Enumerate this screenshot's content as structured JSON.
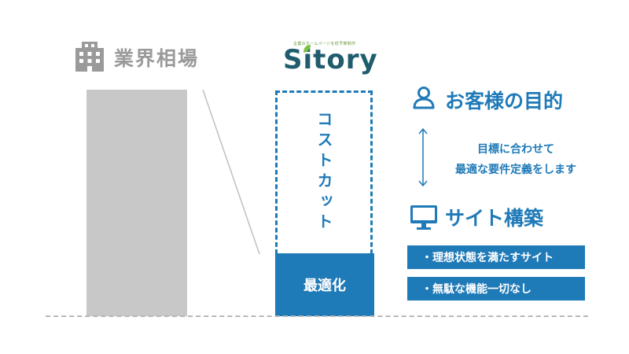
{
  "market": {
    "label": "業界相場",
    "icon": "building-icon"
  },
  "sitory": {
    "logo_text": "Sitory",
    "tagline": "企業のホームページを低予算制作",
    "cost_cut": "コストカット",
    "optimized": "最適化"
  },
  "purpose": {
    "icon": "person-icon",
    "title": "お客様の目的",
    "desc_line1": "目標に合わせて",
    "desc_line2": "最適な要件定義をします"
  },
  "site": {
    "icon": "monitor-icon",
    "title": "サイト構築",
    "features": [
      "・理想状態を満たすサイト",
      "・無駄な機能一切なし"
    ]
  },
  "colors": {
    "accent": "#1f7ab8",
    "gray_bar": "#c8c8c8",
    "gray_text": "#9a9a9a",
    "logo": "#1f5c6e",
    "leaf": "#7cc242"
  }
}
